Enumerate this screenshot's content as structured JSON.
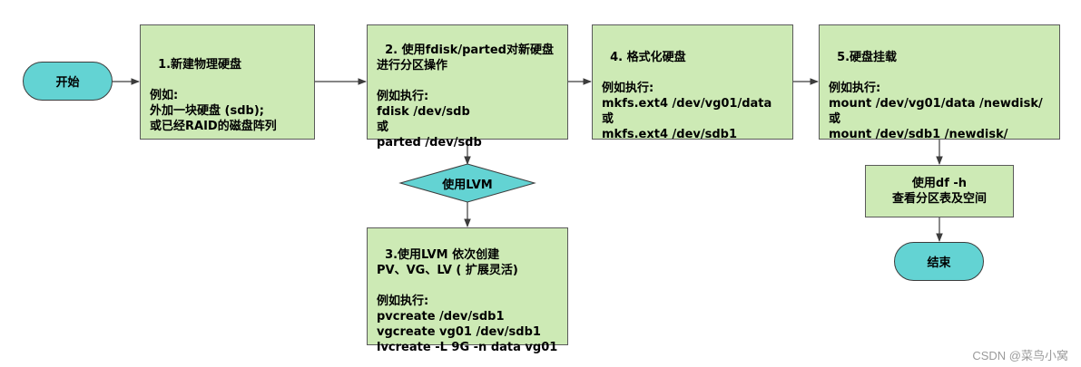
{
  "nodes": {
    "start": "开始",
    "step1": "1.新建物理硬盘\n\n例如:\n外加一块硬盘 (sdb);\n或已经RAID的磁盘阵列",
    "step2": "2. 使用fdisk/parted对新硬盘\n进行分区操作\n\n例如执行:\nfdisk /dev/sdb\n或\nparted /dev/sdb",
    "decision": "使用LVM",
    "step3": "3.使用LVM 依次创建\nPV、VG、LV ( 扩展灵活)\n\n例如执行:\npvcreate /dev/sdb1\nvgcreate vg01 /dev/sdb1\nlvcreate -L 9G -n data vg01",
    "step4": "4. 格式化硬盘\n\n例如执行:\nmkfs.ext4 /dev/vg01/data\n或\nmkfs.ext4 /dev/sdb1",
    "step5": "5.硬盘挂载\n\n例如执行:\nmount /dev/vg01/data /newdisk/\n或\nmount /dev/sdb1 /newdisk/",
    "check": "使用df -h\n查看分区表及空间",
    "end": "结束"
  },
  "colors": {
    "process_fill": "#cdeab5",
    "terminal_fill": "#63d3d3",
    "stroke": "#3c3c3c"
  },
  "watermark": "CSDN @菜鸟小窝"
}
